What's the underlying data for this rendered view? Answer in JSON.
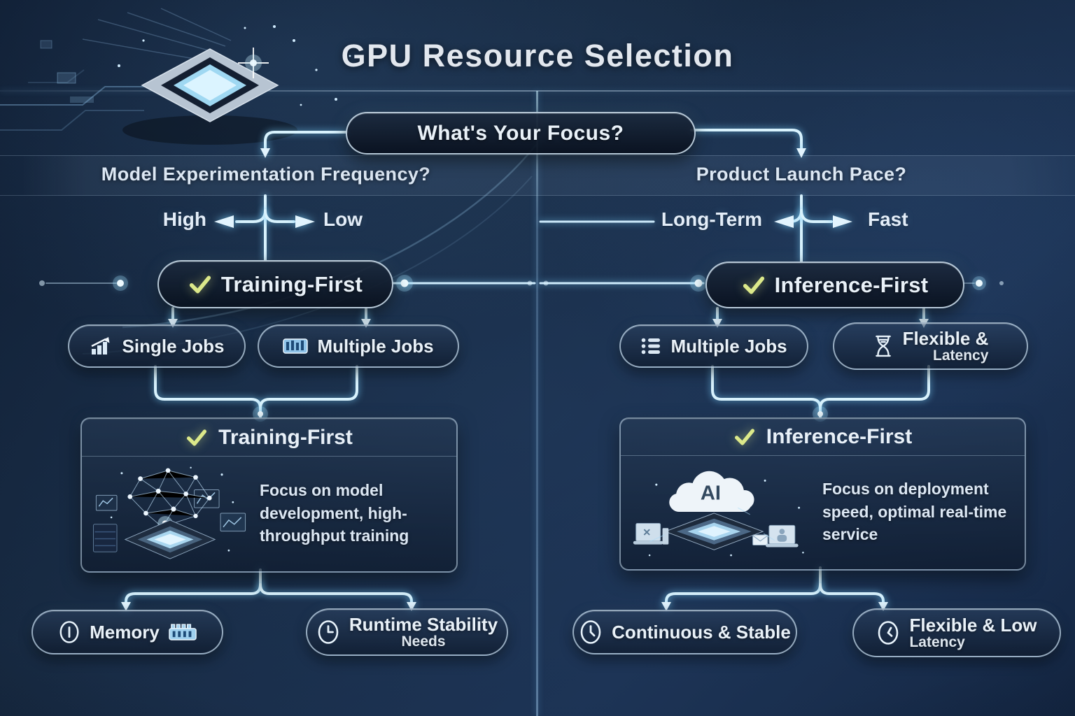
{
  "header": {
    "title": "GPU Resource Selection"
  },
  "focus": {
    "label": "What's Your Focus?"
  },
  "left": {
    "question": "Model Experimentation Frequency?",
    "option_left": "High",
    "option_right": "Low",
    "decision": {
      "label": "Training-First",
      "icon": "check-icon"
    },
    "jobs": [
      {
        "label": "Single Jobs",
        "icon": "chart-up-icon"
      },
      {
        "label": "Multiple Jobs",
        "icon": "histogram-icon"
      }
    ],
    "detail": {
      "title": "Training-First",
      "icon": "check-icon",
      "illustration": "neural-network-chip-illustration",
      "description": "Focus on model development, high-throughput training"
    },
    "outcomes": [
      {
        "label": "Memory",
        "icons": [
          "info-circle-icon",
          "ram-icon"
        ]
      },
      {
        "line1": "Runtime Stability",
        "line2": "Needs",
        "icon": "clock-icon"
      }
    ]
  },
  "right": {
    "question": "Product Launch Pace?",
    "option_left": "Long-Term",
    "option_right": "Fast",
    "decision": {
      "label": "Inference-First",
      "icon": "check-icon"
    },
    "jobs": [
      {
        "label": "Multiple Jobs",
        "icon": "list-icon"
      },
      {
        "line1": "Flexible &",
        "line2": "Latency",
        "icon": "hourglass-icon"
      }
    ],
    "detail": {
      "title": "Inference-First",
      "icon": "check-icon",
      "badge": "AI",
      "illustration": "ai-cloud-chip-illustration",
      "description": "Focus on deployment speed, optimal real-time service"
    },
    "outcomes": [
      {
        "label": "Continuous & Stable",
        "icon": "clock-icon"
      },
      {
        "line1": "Flexible & Low",
        "line2": "Latency",
        "icon": "clock-icon"
      }
    ]
  },
  "colors": {
    "background": "#14263e",
    "connector": "#d8f2fd",
    "glow": "#7fd0f4",
    "check": "#dce98a",
    "text": "#e8f0f8"
  }
}
